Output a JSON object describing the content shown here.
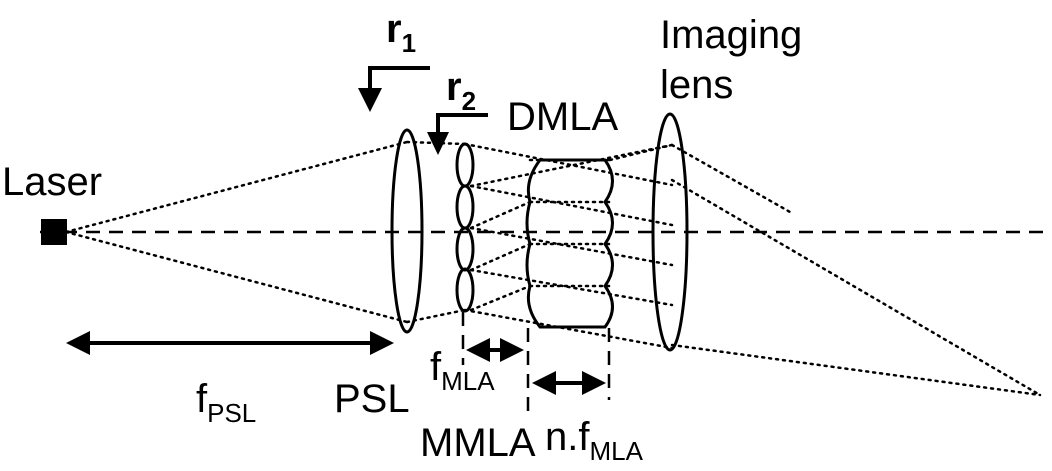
{
  "labels": {
    "laser": "Laser",
    "r1": "r",
    "r1_sub": "1",
    "r2": "r",
    "r2_sub": "2",
    "dmla": "DMLA",
    "imaging_lens_line1": "Imaging",
    "imaging_lens_line2": "lens",
    "psl": "PSL",
    "f_psl": "f",
    "f_psl_sub": "PSL",
    "f_mla": "f",
    "f_mla_sub": "MLA",
    "mmla": "MMLA",
    "n_f_mla": "n.f",
    "n_f_mla_sub": "MLA"
  }
}
